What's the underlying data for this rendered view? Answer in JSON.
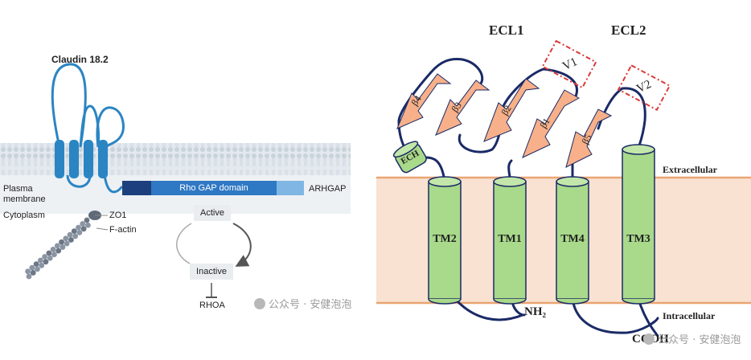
{
  "left_panel": {
    "title": "Claudin 18.2",
    "plasma_membrane_line1": "Plasma",
    "plasma_membrane_line2": "membrane",
    "cytoplasm": "Cytoplasm",
    "domain_label": "Rho GAP domain",
    "protein_label": "ARHGAP",
    "zo1": "ZO1",
    "factin": "F-actin",
    "active": "Active",
    "inactive": "Inactive",
    "rhoa": "RHOA",
    "colors": {
      "claudin": "#2b85c3",
      "rhogap_dark": "#1d3f7d",
      "rhogap_mid": "#2f78c4",
      "rhogap_light": "#7fb6e4",
      "membrane_bg": "#dfe8ee",
      "cytoplasm_bg": "#edf2f5"
    }
  },
  "right_panel": {
    "ecl1": "ECL1",
    "ecl2": "ECL2",
    "v1": "V1",
    "v2": "V2",
    "strands": [
      "β4",
      "β3",
      "β2",
      "β1",
      "β5"
    ],
    "ech": "ECH",
    "helices": [
      "TM2",
      "TM1",
      "TM4",
      "TM3"
    ],
    "extracellular": "Extracellular",
    "intracellular": "Intracellular",
    "nh2": "NH₂",
    "cooh": "COOH",
    "colors": {
      "membrane": "#f9e2d2",
      "membrane_edge": "#e9a572",
      "helix": "#a9d98a",
      "arrow": "#f7b08a",
      "backbone": "#1a2a66",
      "dashed_box": "#d93a3a"
    }
  },
  "watermark": "公众号 · 安健泡泡"
}
